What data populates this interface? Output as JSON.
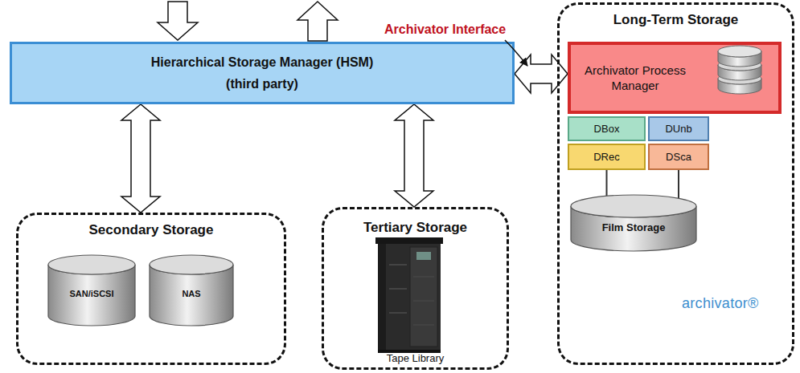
{
  "diagram": {
    "nodes": [
      {
        "text": [
          "Hierarchical Storage Manager (HSM)",
          "(third party)"
        ]
      },
      {
        "text": [
          "Long-Term Storage"
        ]
      },
      {
        "text": [
          "Archivator Process Manager"
        ],
        "in": 1
      },
      {
        "text": [
          "DBox"
        ],
        "in": 1
      },
      {
        "text": [
          "DUnb"
        ],
        "in": 1
      },
      {
        "text": [
          "DRec"
        ],
        "in": 1
      },
      {
        "text": [
          "DSca"
        ],
        "in": 1
      },
      {
        "text": [
          "Film Storage"
        ],
        "in": 1
      },
      {
        "text": [
          "Secondary Storage"
        ]
      },
      {
        "text": [
          "SAN/iSCSI"
        ],
        "in": 8
      },
      {
        "text": [
          "NAS"
        ],
        "in": 8
      },
      {
        "text": [
          "Tertiary Storage",
          "Tape Library"
        ]
      }
    ],
    "edges": [
      {
        "from": 0,
        "to": 8,
        "arrow": "both"
      },
      {
        "from": 0,
        "to": 11,
        "arrow": "both"
      },
      {
        "from": 0,
        "to": 2,
        "arrow": "both"
      },
      {
        "from": 5,
        "to": 7,
        "arrow": "none"
      },
      {
        "from": 6,
        "to": 7,
        "arrow": "none"
      }
    ],
    "labels": [
      "Archivator Interface",
      "archivator®"
    ]
  }
}
